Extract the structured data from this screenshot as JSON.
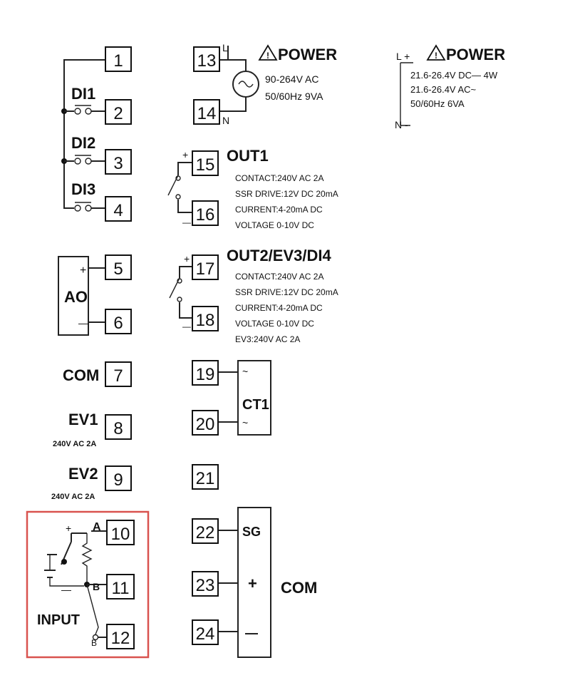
{
  "terminals": [
    "1",
    "2",
    "3",
    "4",
    "5",
    "6",
    "7",
    "8",
    "9",
    "10",
    "11",
    "12",
    "13",
    "14",
    "15",
    "16",
    "17",
    "18",
    "19",
    "20",
    "21",
    "22",
    "23",
    "24"
  ],
  "labels": {
    "di1": "DI1",
    "di2": "DI2",
    "di3": "DI3",
    "ao": "AO",
    "ao_plus": "+",
    "ao_minus": "—",
    "com7": "COM",
    "ev1": "EV1",
    "ev1_rating": "240V AC 2A",
    "ev2": "EV2",
    "ev2_rating": "240V AC 2A",
    "input": "INPUT",
    "input_plus": "+",
    "input_minus": "—",
    "in_a": "A",
    "in_b": "B",
    "in_b2": "B"
  },
  "power": {
    "title": "POWER",
    "l": "L",
    "n": "N",
    "spec1": "90-264V AC",
    "spec2": "50/60Hz 9VA"
  },
  "power_dc": {
    "title": "POWER",
    "l": "L +",
    "n": "N -",
    "spec1": "21.6-26.4V DC— 4W",
    "spec2": "21.6-26.4V AC~",
    "spec3": "50/60Hz 6VA"
  },
  "out1": {
    "title": "OUT1",
    "plus": "+",
    "minus": "—",
    "specs": [
      "CONTACT:240V AC 2A",
      "SSR DRIVE:12V DC 20mA",
      "CURRENT:4-20mA DC",
      "VOLTAGE 0-10V DC"
    ]
  },
  "out2": {
    "title": "OUT2/EV3/DI4",
    "plus": "+",
    "minus": "—",
    "specs": [
      "CONTACT:240V AC 2A",
      "SSR DRIVE:12V DC 20mA",
      "CURRENT:4-20mA DC",
      "VOLTAGE 0-10V DC",
      "EV3:240V AC 2A"
    ]
  },
  "ct": {
    "label": "CT1",
    "t1": "~",
    "t2": "~"
  },
  "com": {
    "sg": "SG",
    "plus": "+",
    "minus": "—",
    "label": "COM"
  },
  "colors": {
    "line": "#222222",
    "highlight": "#d9534f"
  }
}
